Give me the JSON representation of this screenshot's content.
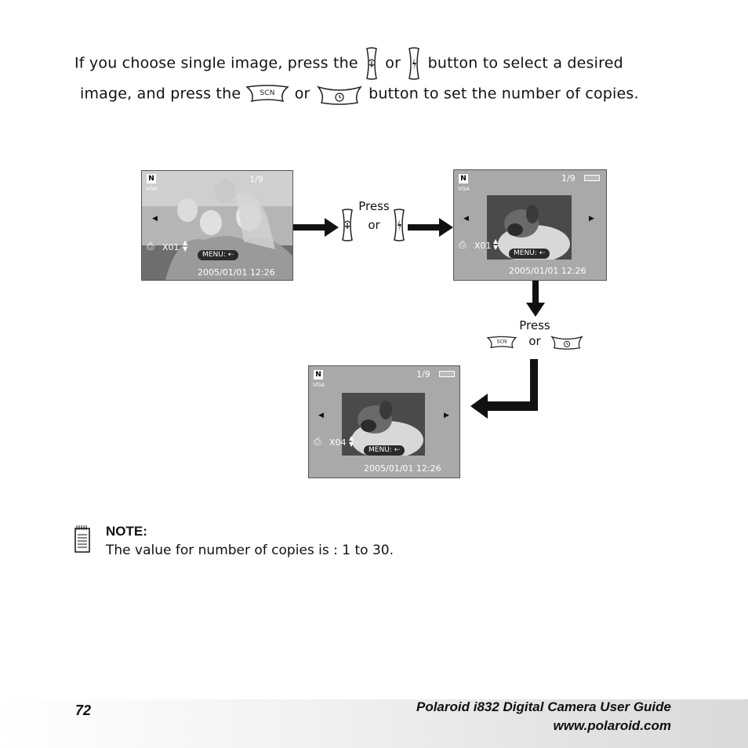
{
  "instructions": {
    "line1_part1": "If you choose single image, press the",
    "line1_or": "or",
    "line1_part2": "button to select a desired",
    "line2_part1": "image, and press  the",
    "line2_or": "or",
    "line2_part2": "button to set the number of copies."
  },
  "scn_label": "SCN",
  "step1": {
    "press": "Press",
    "or": "or"
  },
  "step2": {
    "press": "Press",
    "or": "or"
  },
  "screens": [
    {
      "counter": "1/9",
      "copies": "X01",
      "menu": "MENU:",
      "datetime": "2005/01/01  12:26",
      "photo": "family-photo"
    },
    {
      "counter": "1/9",
      "copies": "X01",
      "menu": "MENU:",
      "datetime": "2005/01/01   12:26",
      "photo": "dog-photo"
    },
    {
      "counter": "1/9",
      "copies": "X04",
      "menu": "MENU:",
      "datetime": "2005/01/01   12:26",
      "photo": "dog-photo"
    }
  ],
  "note": {
    "heading": "NOTE:",
    "text": "The  value for number of copies is : 1 to 30."
  },
  "footer": {
    "page_number": "72",
    "title": "Polaroid i832 Digital Camera User Guide",
    "url": "www.polaroid.com"
  }
}
